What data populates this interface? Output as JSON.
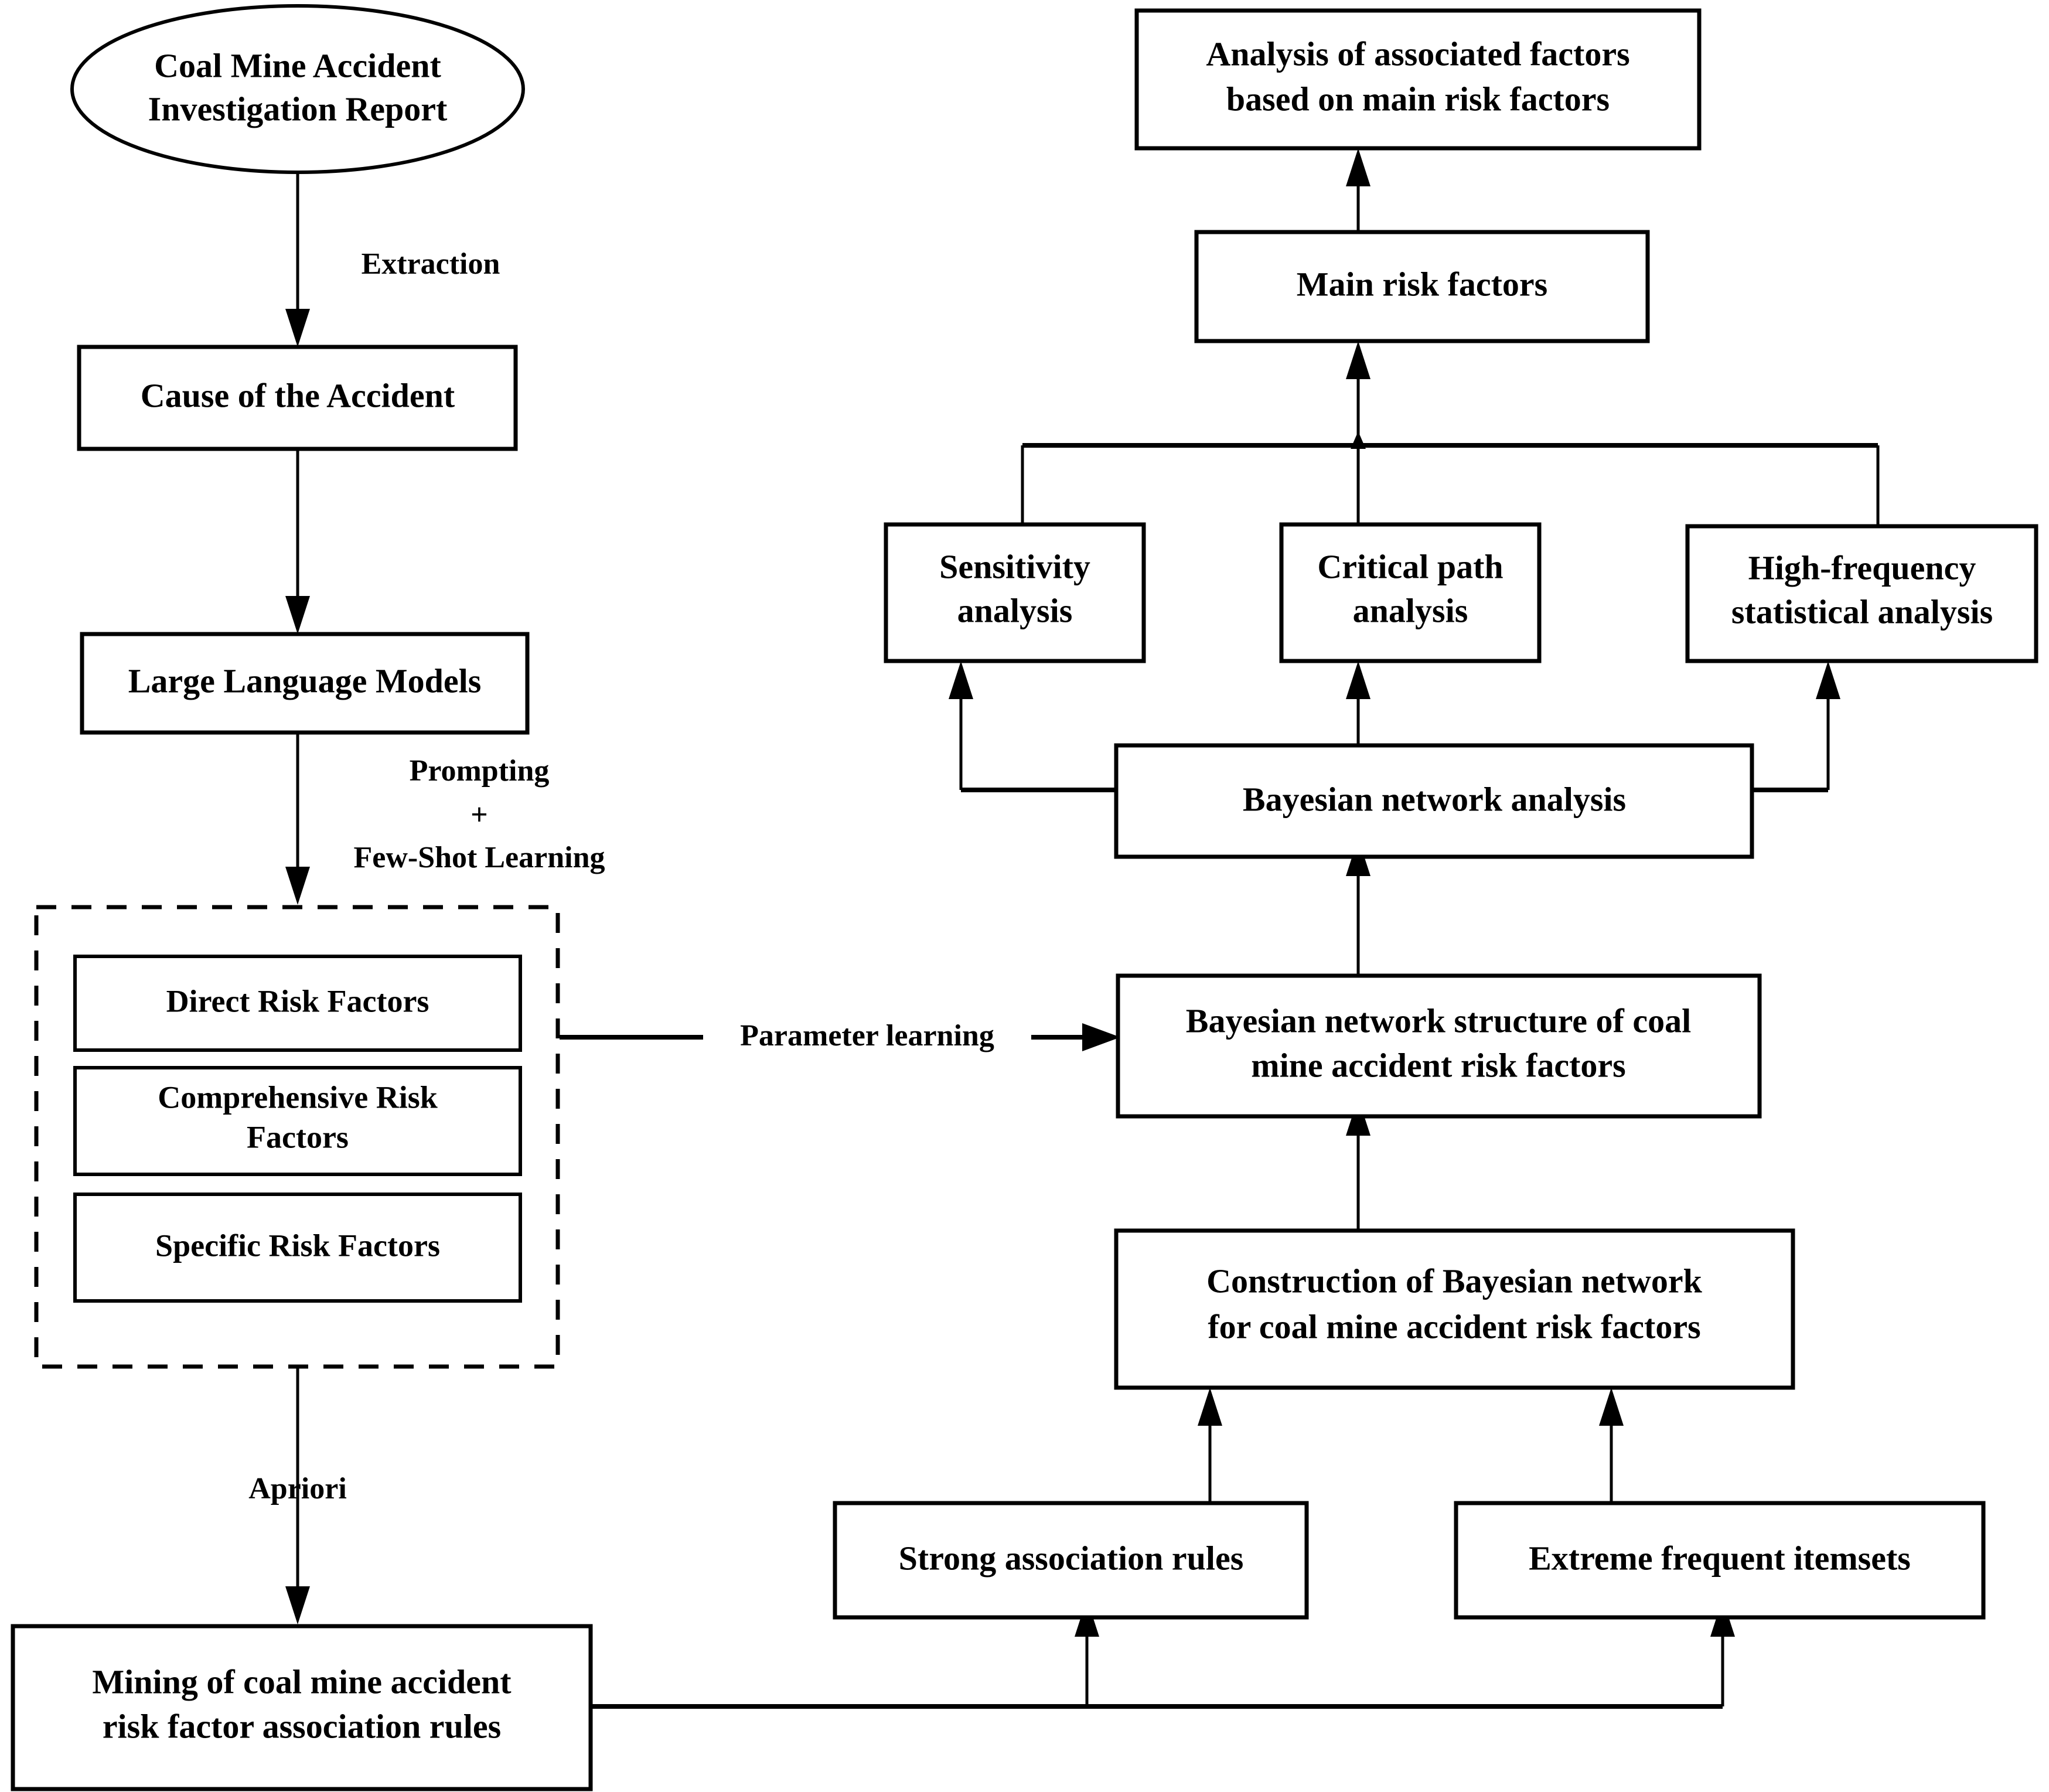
{
  "diagram": {
    "title": "Coal mine accident risk factor analysis framework flowchart",
    "stroke_color": "#000000",
    "fill_color": "#ffffff",
    "background": "#ffffff"
  },
  "nodes": {
    "report": {
      "label_line1": "Coal Mine Accident",
      "label_line2": "Investigation Report",
      "shape": "ellipse"
    },
    "cause": {
      "label_line1": "Cause of the Accident",
      "shape": "rect"
    },
    "llm": {
      "label_line1": "Large Language Models",
      "shape": "rect"
    },
    "direct_risk": {
      "label_line1": "Direct Risk Factors",
      "shape": "rect"
    },
    "comprehensive_risk": {
      "label_line1": "Comprehensive Risk",
      "label_line2": "Factors",
      "shape": "rect"
    },
    "specific_risk": {
      "label_line1": "Specific Risk Factors",
      "shape": "rect"
    },
    "mining": {
      "label_line1": "Mining of coal mine accident",
      "label_line2": "risk factor association rules",
      "shape": "rect"
    },
    "strong_rules": {
      "label_line1": "Strong association rules",
      "shape": "rect"
    },
    "extreme_itemsets": {
      "label_line1": "Extreme frequent itemsets",
      "shape": "rect"
    },
    "construction": {
      "label_line1": "Construction of Bayesian network",
      "label_line2": "for coal mine accident risk factors",
      "shape": "rect"
    },
    "bn_structure": {
      "label_line1": "Bayesian network structure of coal",
      "label_line2": "mine accident risk factors",
      "shape": "rect"
    },
    "bn_analysis": {
      "label_line1": "Bayesian network analysis",
      "shape": "rect"
    },
    "sensitivity": {
      "label_line1": "Sensitivity",
      "label_line2": "analysis",
      "shape": "rect"
    },
    "critical_path": {
      "label_line1": "Critical path",
      "label_line2": "analysis",
      "shape": "rect"
    },
    "high_frequency": {
      "label_line1": "High-frequency",
      "label_line2": "statistical analysis",
      "shape": "rect"
    },
    "main_risk": {
      "label_line1": "Main risk factors",
      "shape": "rect"
    },
    "analysis_associated": {
      "label_line1": "Analysis of associated factors",
      "label_line2": "based on main risk factors",
      "shape": "rect"
    }
  },
  "edge_labels": {
    "extraction": "Extraction",
    "prompting": "Prompting",
    "plus": "+",
    "few_shot": "Few-Shot Learning",
    "apriori": "Apriori",
    "parameter_learning": "Parameter learning"
  },
  "edges": [
    {
      "from": "report",
      "to": "cause",
      "label": "Extraction"
    },
    {
      "from": "cause",
      "to": "llm",
      "label": ""
    },
    {
      "from": "llm",
      "to": "risk_factor_group",
      "label": "Prompting + Few-Shot Learning"
    },
    {
      "from": "risk_factor_group",
      "to": "mining",
      "label": "Apriori"
    },
    {
      "from": "risk_factor_group",
      "to": "bn_structure",
      "label": "Parameter learning"
    },
    {
      "from": "mining",
      "to": "strong_rules",
      "label": ""
    },
    {
      "from": "mining",
      "to": "extreme_itemsets",
      "label": ""
    },
    {
      "from": "strong_rules",
      "to": "construction",
      "label": ""
    },
    {
      "from": "extreme_itemsets",
      "to": "construction",
      "label": ""
    },
    {
      "from": "construction",
      "to": "bn_structure",
      "label": ""
    },
    {
      "from": "bn_structure",
      "to": "bn_analysis",
      "label": ""
    },
    {
      "from": "bn_analysis",
      "to": "sensitivity",
      "label": ""
    },
    {
      "from": "bn_analysis",
      "to": "critical_path",
      "label": ""
    },
    {
      "from": "bn_analysis",
      "to": "high_frequency",
      "label": ""
    },
    {
      "from": "sensitivity",
      "to": "main_risk",
      "label": ""
    },
    {
      "from": "critical_path",
      "to": "main_risk",
      "label": ""
    },
    {
      "from": "high_frequency",
      "to": "main_risk",
      "label": ""
    },
    {
      "from": "main_risk",
      "to": "analysis_associated",
      "label": ""
    }
  ]
}
